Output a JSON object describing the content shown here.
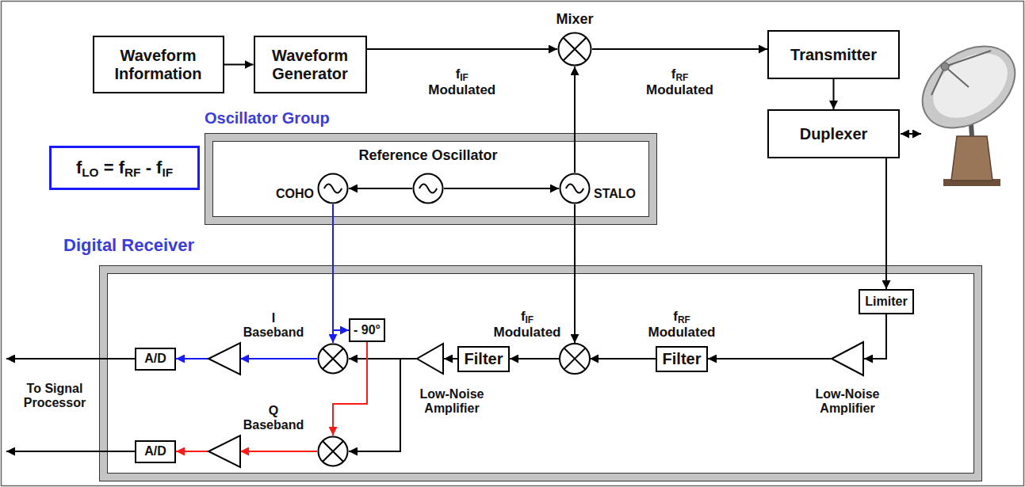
{
  "diagram": {
    "nodes": [
      {
        "text": [
          "Waveform Information"
        ]
      },
      {
        "text": [
          "Waveform Generator"
        ]
      },
      {
        "text": [
          "Mixer"
        ]
      },
      {
        "text": [
          "Transmitter"
        ]
      },
      {
        "text": [
          "Duplexer"
        ]
      },
      {
        "text": [
          "fLO = fRF - fIF"
        ]
      },
      {
        "text": [
          "Oscillator Group"
        ]
      },
      {
        "text": [
          "Reference Oscillator"
        ],
        "in": 6
      },
      {
        "text": [
          "COHO"
        ],
        "in": 6
      },
      {
        "text": [
          "STALO"
        ],
        "in": 6
      },
      {
        "text": [
          "Digital Receiver"
        ]
      },
      {
        "text": [
          "Limiter"
        ],
        "in": 10
      },
      {
        "text": [
          "Low-Noise Amplifier"
        ],
        "in": 10
      },
      {
        "text": [
          "Filter"
        ],
        "in": 10
      },
      {
        "text": [
          "Filter"
        ],
        "in": 10
      },
      {
        "text": [
          "Low-Noise Amplifier"
        ],
        "in": 10
      },
      {
        "text": [
          "- 90°"
        ],
        "in": 10
      },
      {
        "text": [
          "I Baseband"
        ],
        "in": 10
      },
      {
        "text": [
          "Q Baseband"
        ],
        "in": 10
      },
      {
        "text": [
          "A/D"
        ],
        "in": 10
      },
      {
        "text": [
          "A/D"
        ],
        "in": 10
      }
    ],
    "edges": [
      {
        "from": 0,
        "to": 1,
        "arrow": "to"
      },
      {
        "from": 1,
        "to": 2,
        "label": "fIF Modulated",
        "arrow": "to"
      },
      {
        "from": 2,
        "to": 3,
        "label": "fRF Modulated",
        "arrow": "to"
      },
      {
        "from": 3,
        "to": 4,
        "arrow": "to"
      },
      {
        "from": 7,
        "to": 8,
        "arrow": "to"
      },
      {
        "from": 7,
        "to": 9,
        "arrow": "to"
      },
      {
        "from": 9,
        "to": 2,
        "arrow": "to"
      },
      {
        "from": 4,
        "to": 11,
        "arrow": "to"
      },
      {
        "from": 11,
        "to": 12,
        "arrow": "to"
      },
      {
        "from": 12,
        "to": 13,
        "arrow": "to"
      },
      {
        "from": 13,
        "to": 14,
        "arrow": "to"
      },
      {
        "from": 14,
        "to": 15,
        "arrow": "to"
      },
      {
        "from": 15,
        "to": 17,
        "arrow": "to"
      },
      {
        "from": 15,
        "to": 18,
        "arrow": "to"
      },
      {
        "from": 8,
        "to": 17,
        "arrow": "to"
      },
      {
        "from": 8,
        "to": 16,
        "arrow": "to"
      },
      {
        "from": 16,
        "to": 18,
        "arrow": "to"
      },
      {
        "from": 17,
        "to": 19,
        "arrow": "to"
      },
      {
        "from": 18,
        "to": 20,
        "arrow": "to"
      }
    ],
    "labels": [
      "fIF Modulated",
      "fRF Modulated",
      "To Signal Processor"
    ]
  }
}
